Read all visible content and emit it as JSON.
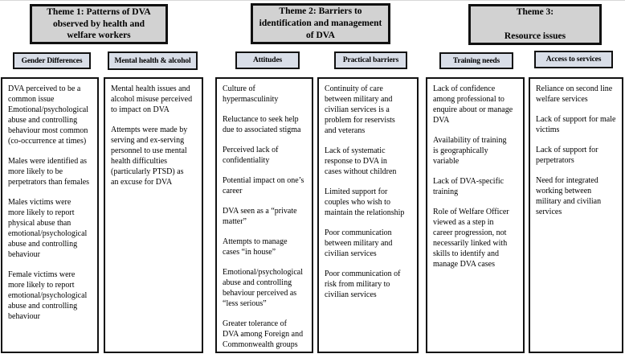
{
  "colors": {
    "page-bg": "#ffffff",
    "theme-fill": "#d2d2d2",
    "subheader-fill": "#d9dee8",
    "box-fill": "#ffffff",
    "border-color": "#111111",
    "text-color": "#000000"
  },
  "themes": [
    {
      "title": "Theme 1: Patterns of DVA\nobserved by health and\nwelfare workers"
    },
    {
      "title": "Theme 2: Barriers to\nidentification and management\nof DVA"
    },
    {
      "title": "Theme 3:\n\nResource issues"
    }
  ],
  "columns": [
    {
      "header": "Gender Differences",
      "paragraphs": [
        "DVA perceived to be a\ncommon issue\nEmotional/psychological\nabuse and controlling\nbehaviour most common\n(co-occurrence at times)",
        "Males were identified as\nmore likely to be\nperpetrators than females",
        "Males victims were\nmore likely to report\nphysical abuse than\nemotional/psychological\nabuse and controlling\nbehaviour",
        "Female victims were\nmore likely to report\nemotional/psychological\nabuse and controlling\nbehaviour"
      ]
    },
    {
      "header": "Mental health & alcohol",
      "paragraphs": [
        "Mental health issues and\nalcohol misuse perceived\nto impact on DVA",
        "Attempts were made by\nserving and ex-serving\npersonnel to use mental\nhealth difficulties\n(particularly PTSD) as\nan excuse for DVA"
      ]
    },
    {
      "header": "Attitudes",
      "paragraphs": [
        "Culture of\nhypermasculinity",
        "Reluctance to seek help\ndue to associated stigma",
        "Perceived lack of\nconfidentiality",
        "Potential impact on one’s\ncareer",
        "DVA seen as a “private\nmatter”",
        "Attempts to manage\ncases “in house”",
        "Emotional/psychological\nabuse and controlling\nbehaviour perceived as\n“less serious”",
        "Greater tolerance of\nDVA among Foreign and\nCommonwealth groups"
      ]
    },
    {
      "header": "Practical barriers",
      "paragraphs": [
        "Continuity of care\nbetween military and\ncivilian services is a\nproblem for reservists\nand veterans",
        "Lack of systematic\nresponse to DVA in\ncases without children",
        "Limited support for\ncouples who wish to\nmaintain the relationship",
        "Poor communication\nbetween military and\ncivilian services",
        "Poor communication of\nrisk from military to\ncivilian services"
      ]
    },
    {
      "header": "Training needs",
      "paragraphs": [
        "Lack of confidence\namong professional to\nenquire about or manage\nDVA",
        "Availability of training\nis geographically\nvariable",
        "Lack of DVA-specific\ntraining",
        "Role of Welfare Officer\nviewed as a step in\ncareer progression, not\nnecessarily linked with\nskills to identify and\nmanage DVA cases"
      ]
    },
    {
      "header": "Access to services",
      "paragraphs": [
        "Reliance on second line\nwelfare services",
        "Lack of support for male\nvictims",
        "Lack of support for\nperpetrators",
        "Need for integrated\nworking between\nmilitary and civilian\nservices"
      ]
    }
  ]
}
